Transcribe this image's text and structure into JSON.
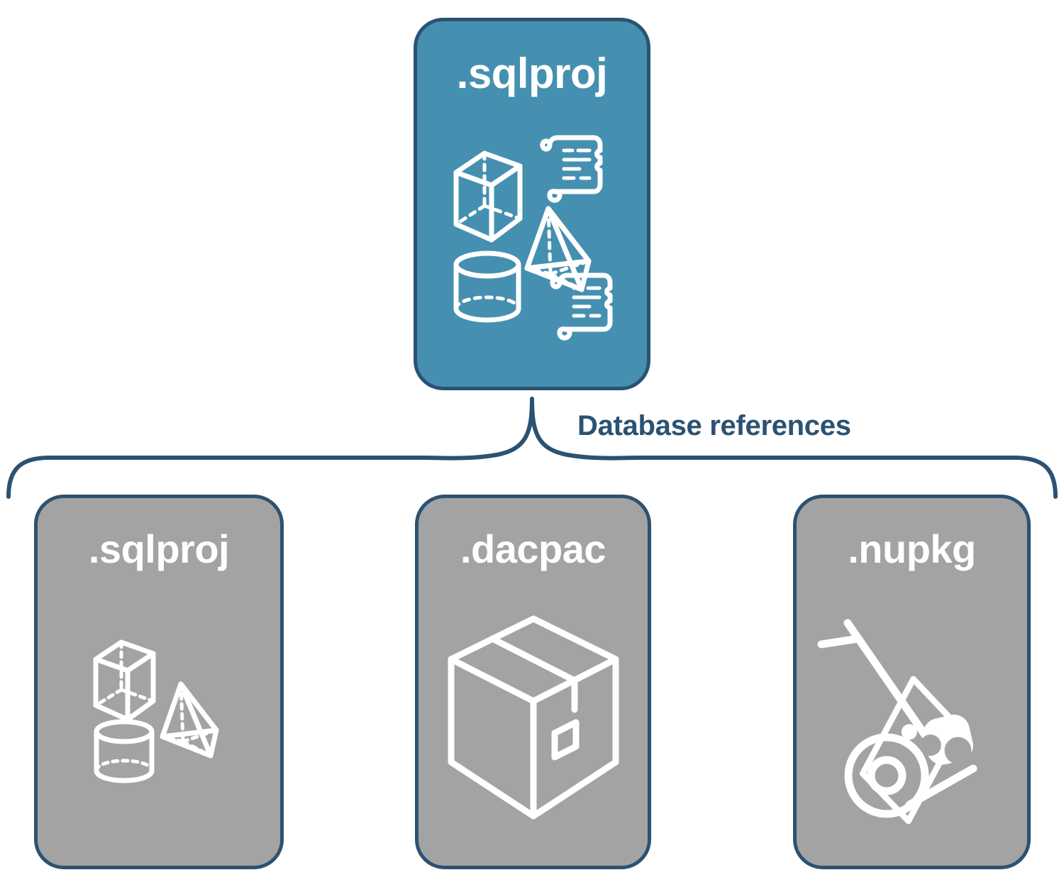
{
  "diagram": {
    "type": "hierarchy-with-brace",
    "title_text": "",
    "colors": {
      "root_fill": "#4590B0",
      "reference_fill": "#A3A3A3",
      "stroke": "#2B5272",
      "icon": "#FFFFFF",
      "background": "#FFFFFF"
    },
    "root": {
      "label": ".sqlproj",
      "fill": "#4590B0",
      "icons": [
        "wireframe-cube-icon",
        "scroll-icon",
        "wireframe-pyramid-icon",
        "wireframe-cylinder-icon",
        "scroll-icon"
      ]
    },
    "connector": {
      "label": "Database references",
      "style": "curly-brace",
      "color": "#2B5272"
    },
    "references": [
      {
        "id": "sqlproj-reference",
        "label": ".sqlproj",
        "fill": "#A3A3A3",
        "icons": [
          "wireframe-cube-icon",
          "wireframe-pyramid-icon",
          "wireframe-cylinder-icon"
        ]
      },
      {
        "id": "dacpac-reference",
        "label": ".dacpac",
        "fill": "#A3A3A3",
        "icons": [
          "package-box-icon"
        ]
      },
      {
        "id": "nupkg-reference",
        "label": ".nupkg",
        "fill": "#A3A3A3",
        "icons": [
          "hand-truck-nuget-package-icon"
        ]
      }
    ]
  }
}
